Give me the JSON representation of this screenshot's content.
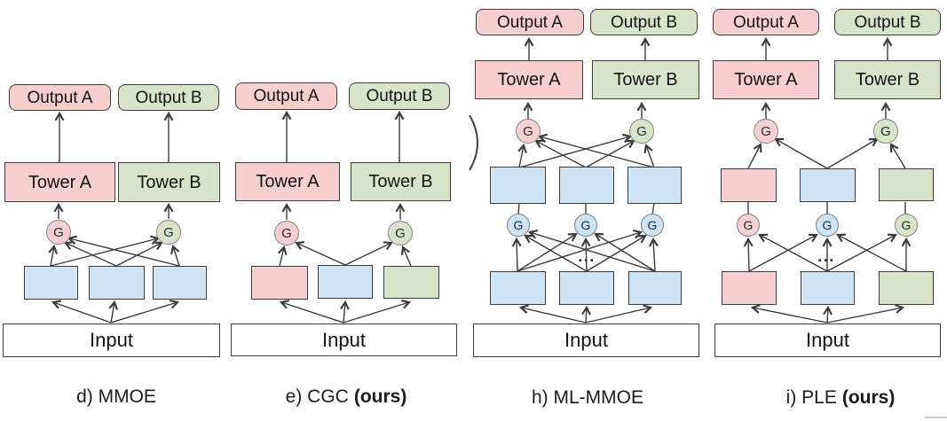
{
  "palette": {
    "pink": "#f6cfce",
    "green": "#d8e4c8",
    "blue": "#cde3f6",
    "white": "#ffffff",
    "box_border": "#3c3c3c",
    "circle_border": "#828282",
    "arrow": "#3a3a3a",
    "text": "#141414"
  },
  "labels": {
    "output_a": "Output A",
    "output_b": "Output B",
    "tower_a": "Tower A",
    "tower_b": "Tower B",
    "input": "Input",
    "gate": "G",
    "dots": "..."
  },
  "diagrams": [
    {
      "id": "d",
      "name": "MMOE",
      "caption": "d) MMOE",
      "caption_bold": "",
      "task_gates": [
        "pink",
        "green"
      ],
      "experts": [
        "blue",
        "blue",
        "blue"
      ]
    },
    {
      "id": "e",
      "name": "CGC",
      "caption": "e) CGC",
      "caption_bold": "(ours)",
      "task_gates": [
        "pink",
        "green"
      ],
      "experts": [
        "pink",
        "blue",
        "green"
      ]
    },
    {
      "id": "h",
      "name": "ML-MMOE",
      "caption": "h) ML-MMOE",
      "caption_bold": "",
      "task_gates": [
        "pink",
        "green"
      ],
      "experts_upper": [
        "blue",
        "blue",
        "blue"
      ],
      "mid_gates": [
        "blue",
        "blue",
        "blue"
      ],
      "experts_lower": [
        "blue",
        "blue",
        "blue"
      ]
    },
    {
      "id": "i",
      "name": "PLE",
      "caption": "i) PLE",
      "caption_bold": "(ours)",
      "task_gates": [
        "pink",
        "green"
      ],
      "experts_upper": [
        "pink",
        "blue",
        "green"
      ],
      "mid_gates": [
        "pink",
        "blue",
        "green"
      ],
      "experts_lower": [
        "pink",
        "blue",
        "green"
      ]
    }
  ]
}
